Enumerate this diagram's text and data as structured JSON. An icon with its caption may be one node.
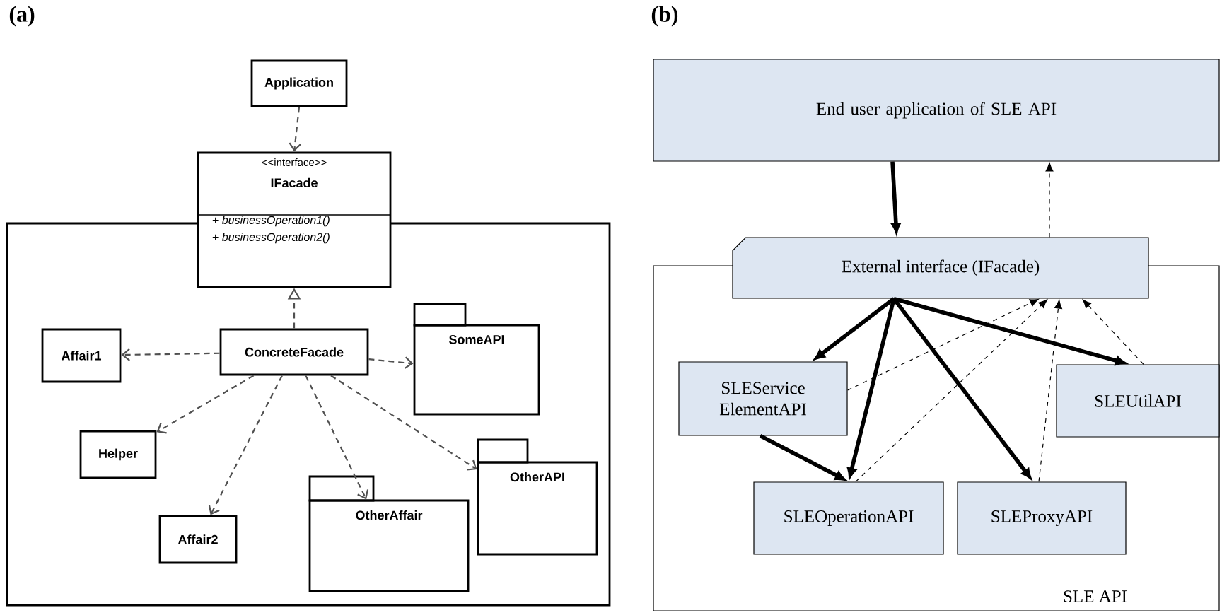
{
  "diagram": {
    "nodes": [
      {
        "text": [
          "Application"
        ]
      },
      {
        "text": [
          "<<interface>>",
          "IFacade",
          "+ *businessOperation1()*",
          "+ *businessOperation2()*"
        ]
      },
      {
        "text": [],
        "shape": "box"
      },
      {
        "text": [
          "Affair1"
        ],
        "in": 2
      },
      {
        "text": [
          "ConcreteFacade"
        ],
        "in": 2
      },
      {
        "text": [
          "SomeAPI"
        ],
        "in": 2
      },
      {
        "text": [
          "Helper"
        ],
        "in": 2
      },
      {
        "text": [
          "OtherAPI"
        ],
        "in": 2
      },
      {
        "text": [
          "Affair2"
        ],
        "in": 2
      },
      {
        "text": [
          "OtherAffair"
        ],
        "in": 2
      },
      {
        "text": [
          "End user application of SLE API"
        ]
      },
      {
        "text": [
          "External interface (IFacade)"
        ]
      },
      {
        "text": [
          "SLE API"
        ]
      },
      {
        "text": [
          "SLEService ElementAPI"
        ],
        "in": 12
      },
      {
        "text": [
          "SLEUtilAPI"
        ],
        "in": 12
      },
      {
        "text": [
          "SLEOperationAPI"
        ],
        "in": 12
      },
      {
        "text": [
          "SLEProxyAPI"
        ],
        "in": 12
      }
    ],
    "edges": [
      {
        "from": 0,
        "to": 1,
        "arrow": "to",
        "style": "dashed"
      },
      {
        "from": 4,
        "to": 1,
        "arrow": "to",
        "style": "dashed"
      },
      {
        "from": 4,
        "to": 3,
        "arrow": "to",
        "style": "dashed"
      },
      {
        "from": 4,
        "to": 5,
        "arrow": "to",
        "style": "dashed"
      },
      {
        "from": 4,
        "to": 6,
        "arrow": "to",
        "style": "dashed"
      },
      {
        "from": 4,
        "to": 8,
        "arrow": "to",
        "style": "dashed"
      },
      {
        "from": 4,
        "to": 9,
        "arrow": "to",
        "style": "dashed"
      },
      {
        "from": 4,
        "to": 7,
        "arrow": "to",
        "style": "dashed"
      },
      {
        "from": 10,
        "to": 11,
        "arrow": "to",
        "style": "thick"
      },
      {
        "from": 11,
        "to": 10,
        "arrow": "to",
        "style": "dashed"
      },
      {
        "from": 11,
        "to": 13,
        "arrow": "to",
        "style": "thick"
      },
      {
        "from": 11,
        "to": 15,
        "arrow": "to",
        "style": "thick"
      },
      {
        "from": 11,
        "to": 16,
        "arrow": "to",
        "style": "thick"
      },
      {
        "from": 11,
        "to": 14,
        "arrow": "to",
        "style": "thick"
      },
      {
        "from": 13,
        "to": 15,
        "arrow": "to",
        "style": "thick"
      },
      {
        "from": 13,
        "to": 11,
        "arrow": "to",
        "style": "dashed"
      },
      {
        "from": 15,
        "to": 11,
        "arrow": "to",
        "style": "dashed"
      },
      {
        "from": 16,
        "to": 11,
        "arrow": "to",
        "style": "dashed"
      },
      {
        "from": 14,
        "to": 11,
        "arrow": "to",
        "style": "dashed"
      }
    ],
    "labels": [
      "(a)",
      "(b)"
    ]
  }
}
